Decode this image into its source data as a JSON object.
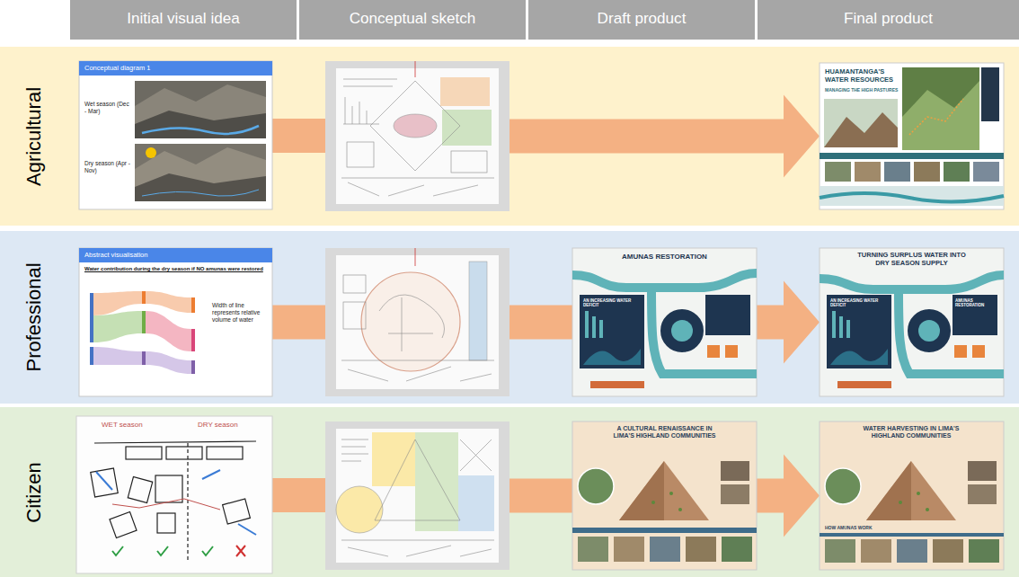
{
  "diagram": {
    "nodes": [
      {
        "text": [
          "Initial visual idea"
        ]
      },
      {
        "text": [
          "Conceptual sketch"
        ]
      },
      {
        "text": [
          "Draft product"
        ]
      },
      {
        "text": [
          "Final product"
        ]
      },
      {
        "text": [
          "Agricultural"
        ]
      },
      {
        "text": [
          "Conceptual diagram 1",
          "Wet season (Dec - Mar)",
          "Dry season (Apr - Nov)"
        ],
        "in": 4
      },
      {
        "text": [],
        "in": 4
      },
      {
        "text": [
          "HUAMANTANGA'S WATER RESOURCES",
          "MANAGING THE HIGH PASTURES"
        ],
        "in": 4
      },
      {
        "text": [
          "Professional"
        ]
      },
      {
        "text": [
          "Abstract visualisation",
          "Water contribution during the dry season if NO amunas were restored",
          "Width of line represents relative volume of water"
        ],
        "in": 8
      },
      {
        "text": [],
        "in": 8
      },
      {
        "text": [
          "AMUNAS RESTORATION",
          "AN INCREASING WATER DEFICIT"
        ],
        "in": 8
      },
      {
        "text": [
          "TURNING SURPLUS WATER INTO DRY SEASON SUPPLY",
          "AN INCREASING WATER DEFICIT",
          "AMUNAS RESTORATION"
        ],
        "in": 8
      },
      {
        "text": [
          "Citizen"
        ]
      },
      {
        "text": [
          "WET season",
          "DRY season"
        ],
        "in": 13
      },
      {
        "text": [],
        "in": 13
      },
      {
        "text": [
          "A CULTURAL RENAISSANCE IN LIMA'S HIGHLAND COMMUNITIES"
        ],
        "in": 13
      },
      {
        "text": [
          "WATER HARVESTING IN LIMA'S HIGHLAND COMMUNITIES",
          "HOW AMUNAS WORK"
        ],
        "in": 13
      }
    ],
    "edges": [
      {
        "from": 5,
        "to": 6,
        "arrow": "none"
      },
      {
        "from": 6,
        "to": 7,
        "arrow": "to"
      },
      {
        "from": 9,
        "to": 10,
        "arrow": "none"
      },
      {
        "from": 10,
        "to": 11,
        "arrow": "none"
      },
      {
        "from": 11,
        "to": 12,
        "arrow": "to"
      },
      {
        "from": 14,
        "to": 15,
        "arrow": "none"
      },
      {
        "from": 15,
        "to": 16,
        "arrow": "none"
      },
      {
        "from": 16,
        "to": 17,
        "arrow": "to"
      }
    ]
  }
}
